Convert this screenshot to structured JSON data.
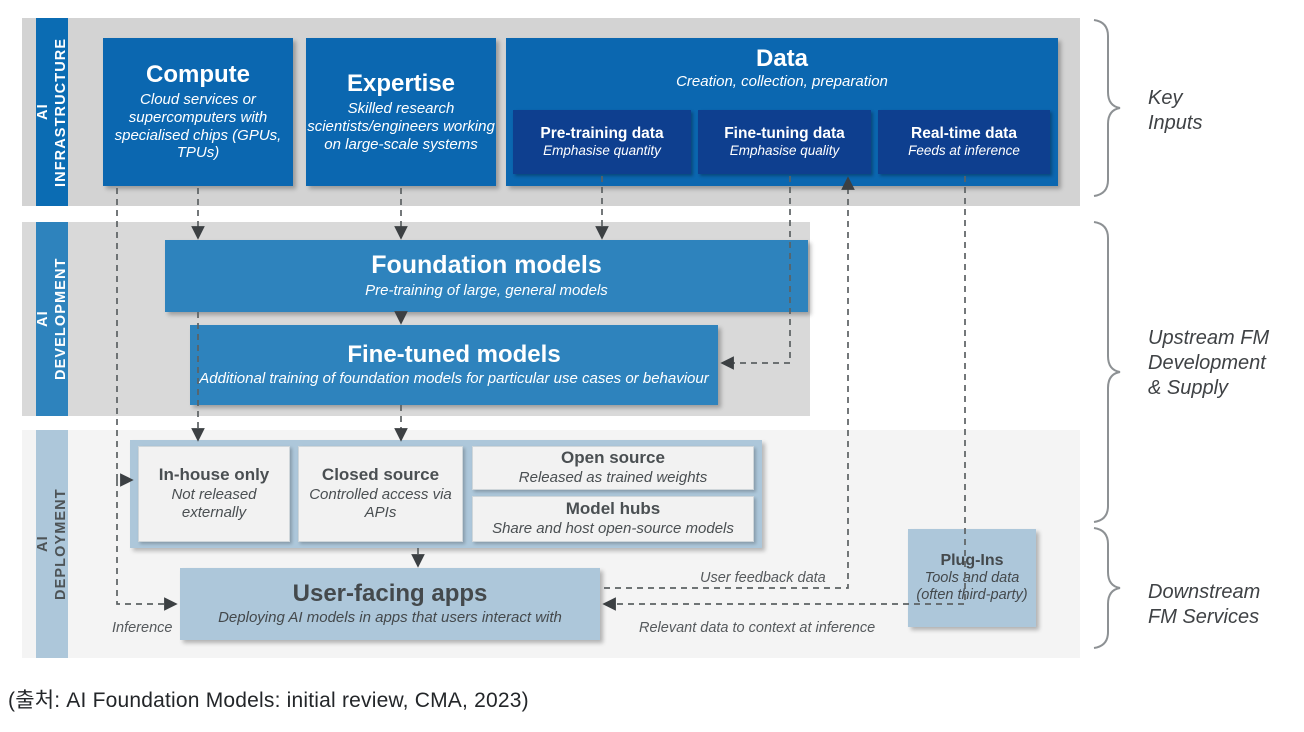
{
  "diagram": {
    "bands": [
      {
        "id": "infrastructure",
        "label": "AI\nINFRASTRUCTURE",
        "color": "#0b6cb3"
      },
      {
        "id": "development",
        "label": "AI\nDEVELOPMENT",
        "color": "#2e83bd"
      },
      {
        "id": "deployment",
        "label": "AI\nDEPLOYMENT",
        "color": "#adc7da"
      }
    ],
    "infrastructure": {
      "compute": {
        "title": "Compute",
        "subtitle": "Cloud services or supercomputers with specialised chips (GPUs, TPUs)"
      },
      "expertise": {
        "title": "Expertise",
        "subtitle": "Skilled research scientists/engineers working on large-scale systems"
      },
      "data": {
        "title": "Data",
        "subtitle": "Creation, collection, preparation",
        "subboxes": [
          {
            "title": "Pre-training data",
            "subtitle": "Emphasise quantity"
          },
          {
            "title": "Fine-tuning data",
            "subtitle": "Emphasise quality"
          },
          {
            "title": "Real-time data",
            "subtitle": "Feeds at inference"
          }
        ]
      }
    },
    "development": {
      "foundation": {
        "title": "Foundation models",
        "subtitle": "Pre-training of large, general models"
      },
      "fine_tuned": {
        "title": "Fine-tuned models",
        "subtitle": "Additional training of foundation models for particular use cases or behaviour"
      }
    },
    "deployment": {
      "in_house": {
        "title": "In-house only",
        "subtitle": "Not released externally"
      },
      "closed": {
        "title": "Closed source",
        "subtitle": "Controlled access via APIs"
      },
      "open_source": {
        "title": "Open source",
        "subtitle": "Released as trained weights"
      },
      "model_hubs": {
        "title": "Model hubs",
        "subtitle": "Share and host open-source models"
      },
      "user_apps": {
        "title": "User-facing apps",
        "subtitle": "Deploying AI models in apps that users interact with"
      },
      "plugins": {
        "title": "Plug-Ins",
        "subtitle": "Tools and data (often third-party)"
      }
    },
    "edge_labels": {
      "inference": "Inference",
      "user_feedback": "User feedback data",
      "relevant_data": "Relevant data to context at inference"
    },
    "brackets": [
      {
        "id": "key-inputs",
        "label": "Key\nInputs"
      },
      {
        "id": "upstream-fm",
        "label": "Upstream FM\nDevelopment\n& Supply"
      },
      {
        "id": "downstream-fm",
        "label": "Downstream\nFM Services"
      }
    ],
    "caption": "(출처: AI Foundation Models: initial review, CMA, 2023)",
    "colors": {
      "infra_blue": "#0b67b0",
      "data_sub_blue": "#0e3f8f",
      "dev_blue": "#2e83bd",
      "deploy_blue": "#adc7da",
      "band_gray": "#d3d3d3",
      "white_box": "#f2f2f2"
    }
  }
}
